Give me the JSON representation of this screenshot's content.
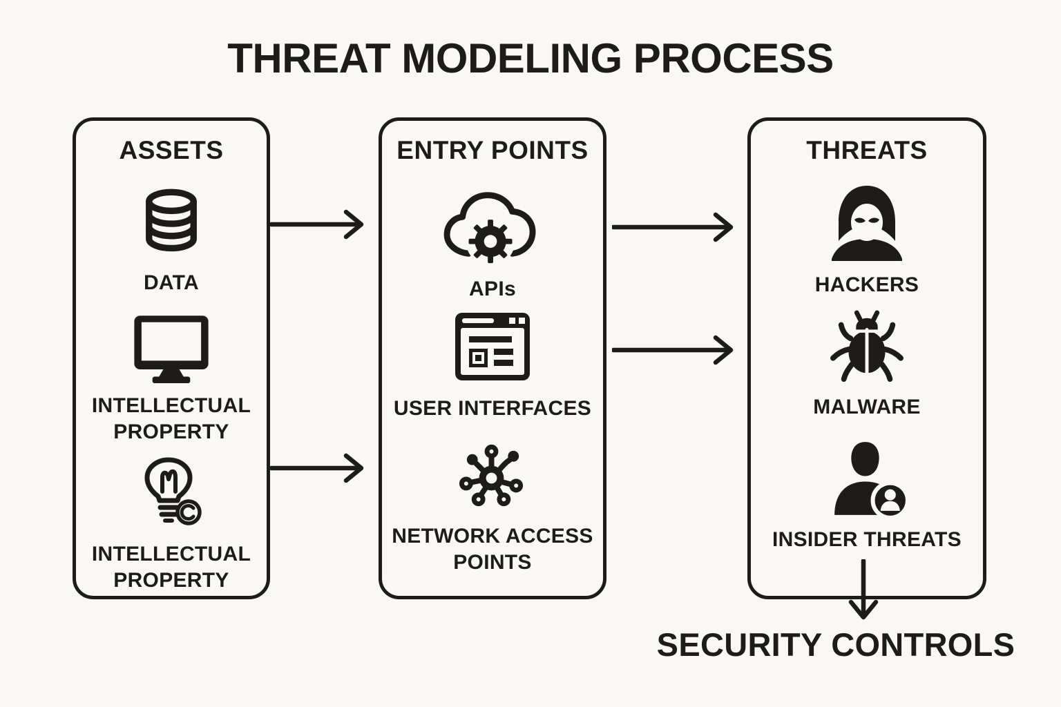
{
  "title": "THREAT MODELING PROCESS",
  "footer": {
    "label": "SECURITY CONTROLS"
  },
  "colors": {
    "ink": "#1d1c19",
    "background": "#f9f8f4"
  },
  "columns": [
    {
      "header": "ASSETS",
      "items": [
        {
          "icon": "database-icon",
          "label": "DATA"
        },
        {
          "icon": "monitor-icon",
          "label": "INTELLECTUAL PROPERTY"
        },
        {
          "icon": "lightbulb-copyright-icon",
          "label": "INTELLECTUAL PROPERTY"
        }
      ]
    },
    {
      "header": "ENTRY POINTS",
      "items": [
        {
          "icon": "cloud-gear-icon",
          "label": "APIs"
        },
        {
          "icon": "browser-window-icon",
          "label": "USER INTERFACES"
        },
        {
          "icon": "network-hub-icon",
          "label": "NETWORK ACCESS POINTS"
        }
      ]
    },
    {
      "header": "THREATS",
      "items": [
        {
          "icon": "hacker-hood-icon",
          "label": "HACKERS"
        },
        {
          "icon": "bug-icon",
          "label": "MALWARE"
        },
        {
          "icon": "person-badge-icon",
          "label": "INSIDER THREATS"
        }
      ]
    }
  ],
  "arrows": [
    {
      "name": "assets-to-entry-top"
    },
    {
      "name": "assets-to-entry-bottom"
    },
    {
      "name": "entry-to-threats-top"
    },
    {
      "name": "entry-to-threats-middle"
    },
    {
      "name": "threats-to-security-controls"
    }
  ]
}
